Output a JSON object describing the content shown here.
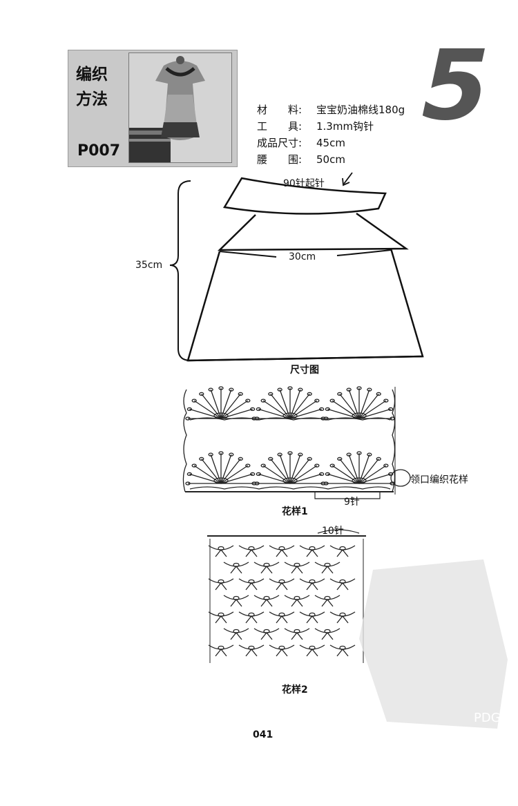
{
  "header": {
    "title_line1": "编织",
    "title_line2": "方法",
    "code": "P007",
    "number": "5"
  },
  "specs": [
    {
      "label": "材　　料:",
      "value": "宝宝奶油棉线180g"
    },
    {
      "label": "工　　具:",
      "value": "1.3mm钩针"
    },
    {
      "label": "成品尺寸:",
      "value": "45cm"
    },
    {
      "label": "腰　　围:",
      "value": "50cm"
    }
  ],
  "size_diagram": {
    "cast_on": "90针起针",
    "height": "35cm",
    "width": "30cm",
    "caption": "尺寸图"
  },
  "pattern1": {
    "collar_label": "领口编织花样",
    "repeat": "9针",
    "caption": "花样1"
  },
  "pattern2": {
    "repeat": "10针",
    "caption": "花样2"
  },
  "watermark": {
    "text": "PDG"
  },
  "page_number": "041"
}
